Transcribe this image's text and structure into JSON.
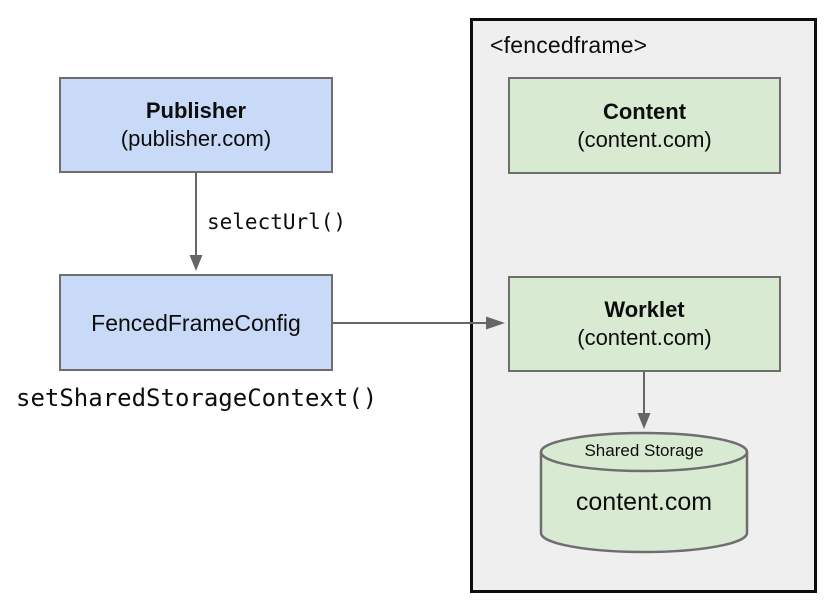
{
  "diagram": {
    "publisher": {
      "title": "Publisher",
      "subtitle": "(publisher.com)"
    },
    "config": {
      "title": "FencedFrameConfig"
    },
    "fencedframe": {
      "label": "<fencedframe>"
    },
    "content": {
      "title": "Content",
      "subtitle": "(content.com)"
    },
    "worklet": {
      "title": "Worklet",
      "subtitle": "(content.com)"
    },
    "storage": {
      "title": "Shared Storage",
      "subtitle": "content.com"
    },
    "labels": {
      "select_url": "selectUrl()",
      "set_shared_storage_context": "setSharedStorageContext()"
    },
    "colors": {
      "blue_fill": "#c9daf8",
      "green_fill": "#d9ead3",
      "frame_fill": "#efefef",
      "frame_border": "#0d0d0d",
      "node_border": "#6e6e6e",
      "arrow": "#666666",
      "text": "#0d0d0d"
    }
  }
}
